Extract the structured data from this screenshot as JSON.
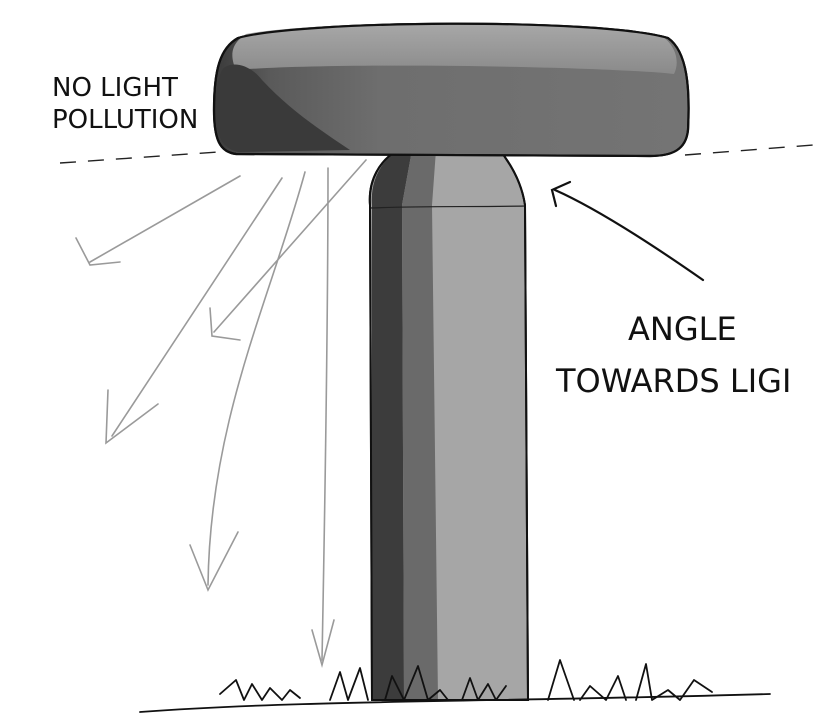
{
  "labels": {
    "no_light_pollution_line1": "NO LIGHT",
    "no_light_pollution_line2": "POLLUTION",
    "angle_line1": "ANGLE",
    "angle_line2": "TOWARDS LIGI"
  },
  "colors": {
    "background": "#ffffff",
    "ink": "#111111",
    "light_ray": "#9a9a9a",
    "dark_shade": "#3a3a3a",
    "mid_shade": "#6e6e6e",
    "light_shade": "#a4a4a4"
  }
}
